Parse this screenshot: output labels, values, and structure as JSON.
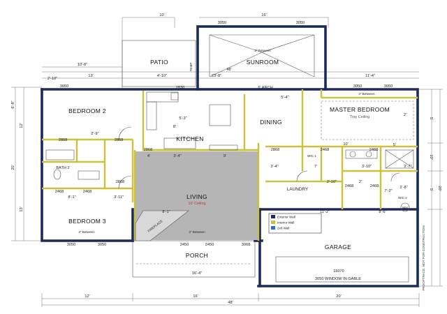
{
  "rooms": {
    "patio": "PATIO",
    "sunroom": "SUNROOM",
    "bedroom2": "BEDROOM 2",
    "kitchen": "KITCHEN",
    "dining": "DINING",
    "master": "MASTER BEDROOM",
    "master_sub": "Tray Ceiling",
    "bath2": "BATH 2",
    "living": "LIVING",
    "living_sub": "10' Ceiling",
    "laundry": "LAUNDRY",
    "bedroom3": "BEDROOM 3",
    "garage": "GARAGE",
    "porch": "PORCH",
    "fireplace": "FIREPLACE",
    "wic1": "WIC 1",
    "wic2": "WIC 2",
    "arch": "6' ARCH"
  },
  "legend": {
    "exterior": "Exterior Wall",
    "interior": "Interior Wall",
    "wall2x6": "2x6 Wall",
    "colors": {
      "exterior": "#1d2b5a",
      "interior": "#c9c23a",
      "wall2x6": "#2f6fd0"
    }
  },
  "dimensions": {
    "top_10": "10'",
    "top_16": "16'",
    "top_48": "48'",
    "left_10_8": "10'-8\"",
    "left_2_10": "2'-10\"",
    "top_13": "13'",
    "top_4_10": "4'-10\"",
    "top_23_8": "23'-8\"",
    "top_11_4": "11'-4\"",
    "bot_12": "12'",
    "bot_16": "16'",
    "bot_20": "20'",
    "bot_48": "48'",
    "porch_16_4": "16'-4\"",
    "garage_11_2": "11'-2\"",
    "garage_8_6": "8'-6\"",
    "kit_5_3": "5'-3\"",
    "kit_8": "8'",
    "dim_5_4": "5'-4\"",
    "dim_2_9": "2'-9\"",
    "dim_8_1": "8'-1\"",
    "dim_3_11": "3'-11\"",
    "dim_3_4": "3'-4\"",
    "dim_4": "4'",
    "dim_3_4b": "3'-4\"",
    "dim_9": "9'",
    "dim_8_1b": "8'-1\"",
    "dim_2_10b": "2'-10\"",
    "dim_2_8": "2'-8\"",
    "dim_7_2": "7'-2\"",
    "dim_5": "5'",
    "dim_10": "10'",
    "dim_7": "7'",
    "dim_3_10": "3'-10\"",
    "dim_2_7": "2'",
    "dim_2_7b": "2'-7\"",
    "dim_2_b": "2'",
    "dim_20": "20'",
    "dim_12r": "12'",
    "dim_13r": "13'",
    "dim_5r": "5'",
    "dim_10r": "10'",
    "dim_5r_b": "5'",
    "dim_20r": "20'",
    "dim_6_8": "6'-8\""
  },
  "windows": {
    "w3050": "3050",
    "w2868": "2868",
    "w2468": "2468",
    "w2830": "2830",
    "w3068": "3068",
    "w2450": "2450",
    "w16070": "16070",
    "gable": "3050 WINDOW IN GABLE",
    "between": "3\" Between",
    "temp": "TEMP",
    "wh": "WH"
  },
  "notes": {
    "watermark": "PROOFTRACE. NOT FOR CONSTRUCTION"
  }
}
